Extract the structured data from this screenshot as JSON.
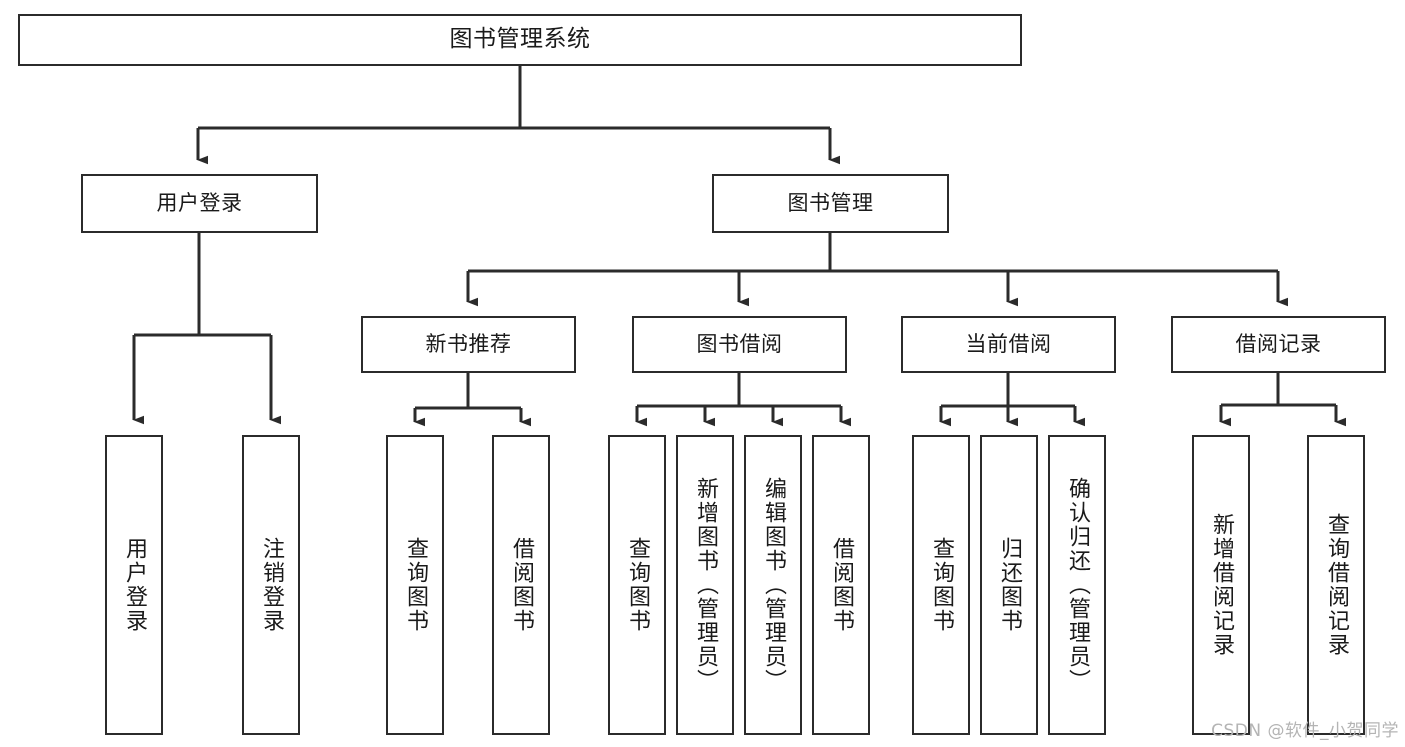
{
  "diagram": {
    "title": "图书管理系统",
    "type": "tree-hierarchy-chart",
    "colors": {
      "box_border": "#2b2b2b",
      "box_fill": "#ffffff",
      "edge": "#2b2b2b",
      "text": "#1a1a1a",
      "watermark": "#b4b4b4",
      "background": "#ffffff"
    },
    "watermark": "CSDN @软件_小贺同学",
    "root": {
      "id": "root",
      "label": "图书管理系统"
    },
    "level2": [
      {
        "id": "user-login",
        "label": "用户登录"
      },
      {
        "id": "book-management",
        "label": "图书管理"
      }
    ],
    "level3": [
      {
        "id": "new-book-recommend",
        "label": "新书推荐",
        "parent": "book-management"
      },
      {
        "id": "book-borrow",
        "label": "图书借阅",
        "parent": "book-management"
      },
      {
        "id": "current-borrow",
        "label": "当前借阅",
        "parent": "book-management"
      },
      {
        "id": "borrow-record",
        "label": "借阅记录",
        "parent": "book-management"
      }
    ],
    "leaves": {
      "user-login": [
        {
          "id": "leaf-user-login",
          "label": "用户登录"
        },
        {
          "id": "leaf-user-logout",
          "label": "注销登录"
        }
      ],
      "new-book-recommend": [
        {
          "id": "leaf-query-book-1",
          "label": "查询图书"
        },
        {
          "id": "leaf-borrow-book-1",
          "label": "借阅图书"
        }
      ],
      "book-borrow": [
        {
          "id": "leaf-query-book-2",
          "label": "查询图书"
        },
        {
          "id": "leaf-add-book",
          "label": "新增图书（管理员）"
        },
        {
          "id": "leaf-edit-book",
          "label": "编辑图书（管理员）"
        },
        {
          "id": "leaf-borrow-book-2",
          "label": "借阅图书"
        }
      ],
      "current-borrow": [
        {
          "id": "leaf-query-book-3",
          "label": "查询图书"
        },
        {
          "id": "leaf-return-book",
          "label": "归还图书"
        },
        {
          "id": "leaf-confirm-return",
          "label": "确认归还（管理员）"
        }
      ],
      "borrow-record": [
        {
          "id": "leaf-add-record",
          "label": "新增借阅记录"
        },
        {
          "id": "leaf-query-record",
          "label": "查询借阅记录"
        }
      ]
    }
  }
}
